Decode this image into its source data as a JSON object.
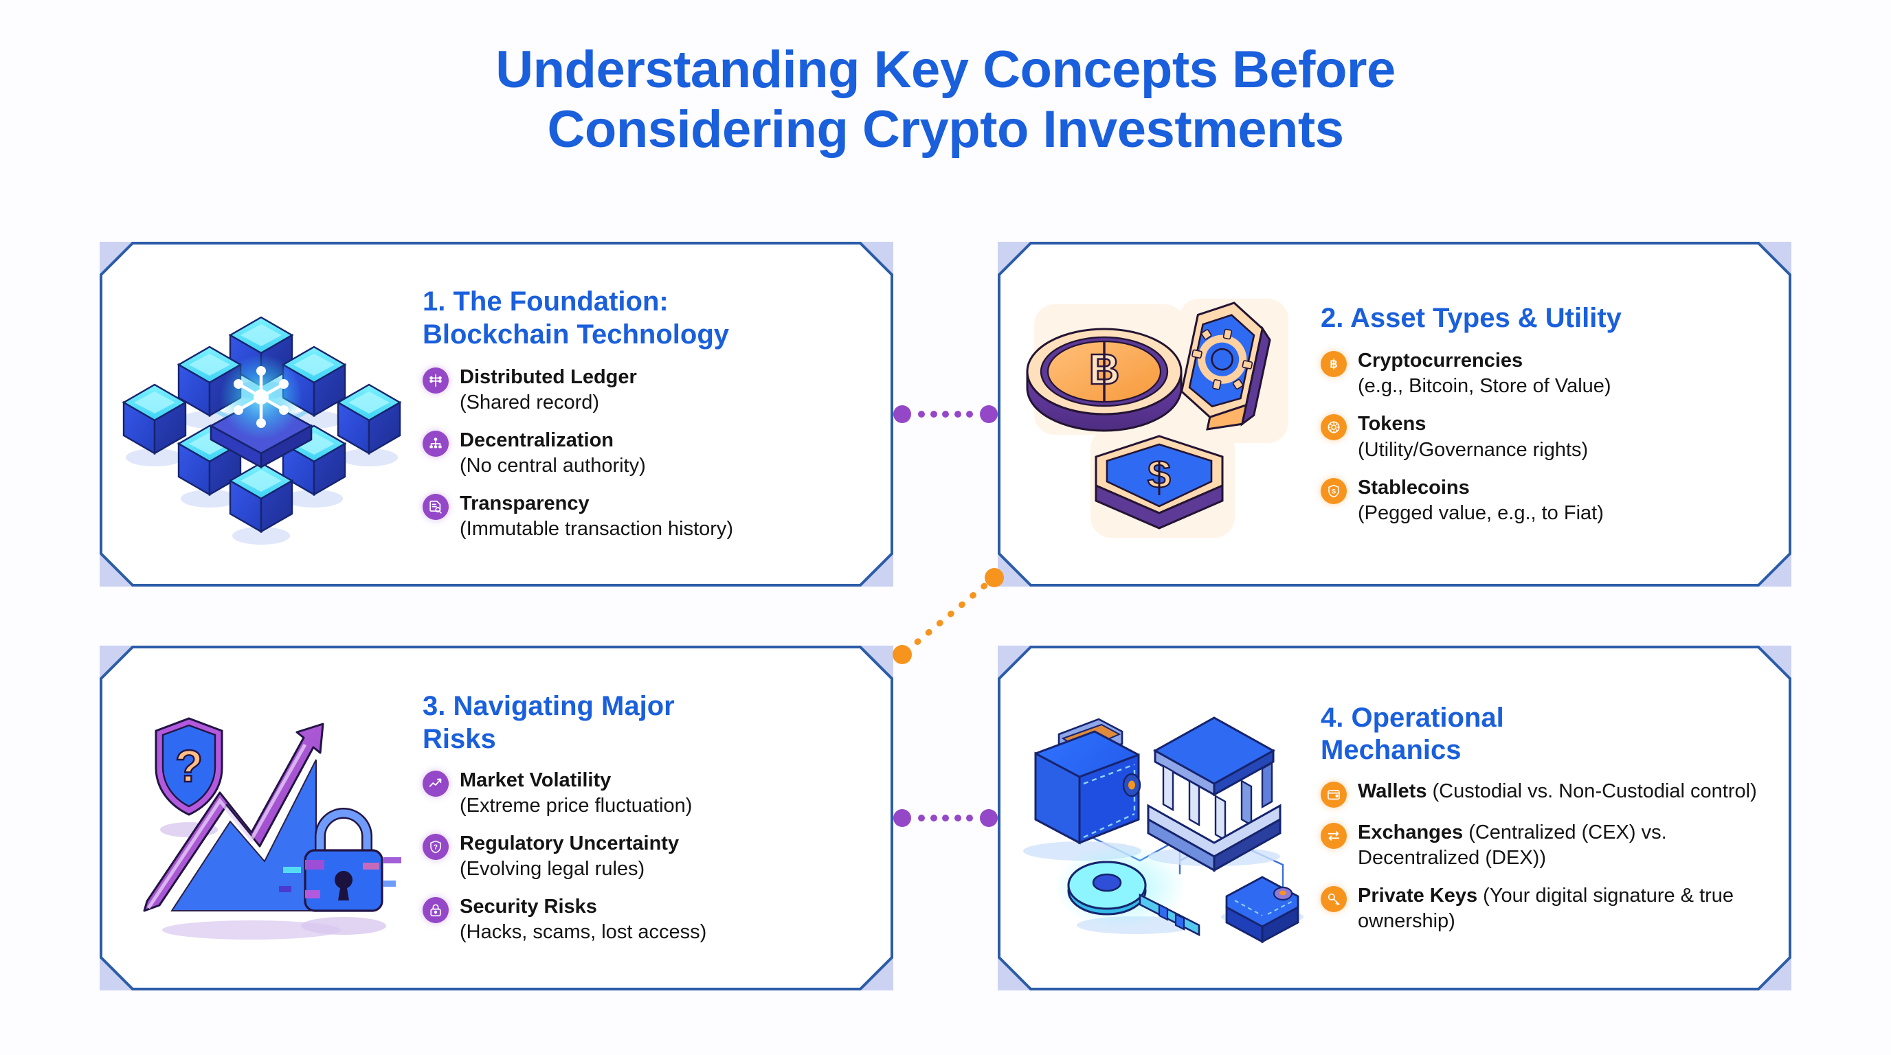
{
  "page": {
    "title_line1": "Understanding Key Concepts Before",
    "title_line2": "Considering Crypto Investments",
    "accent_blue": "#1a5fdb",
    "accent_purple": "#9448c8",
    "accent_orange": "#f7941e",
    "background": "#fdfcff"
  },
  "cards": [
    {
      "heading_line1": "1. The Foundation:",
      "heading_line2": "Blockchain Technology",
      "icon_color": "purple",
      "illustration": "isometric-blockchain-network",
      "layout": "stacked",
      "bullets": [
        {
          "term": "Distributed Ledger",
          "desc": "(Shared record)",
          "icon": "distributed-ledger-icon"
        },
        {
          "term": "Decentralization",
          "desc": "(No central authority)",
          "icon": "hierarchy-network-icon"
        },
        {
          "term": "Transparency",
          "desc": "(Immutable transaction history)",
          "icon": "document-search-icon"
        }
      ]
    },
    {
      "heading_line1": "2. Asset Types & Utility",
      "heading_line2": "",
      "icon_color": "orange",
      "illustration": "crypto-coins-tokens",
      "layout": "stacked",
      "bullets": [
        {
          "term": "Cryptocurrencies",
          "desc": "(e.g., Bitcoin, Store of Value)",
          "icon": "bitcoin-icon"
        },
        {
          "term": "Tokens",
          "desc": "(Utility/Governance rights)",
          "icon": "token-gear-icon"
        },
        {
          "term": "Stablecoins",
          "desc": "(Pegged value, e.g., to Fiat)",
          "icon": "dollar-shield-icon"
        }
      ]
    },
    {
      "heading_line1": "3. Navigating Major",
      "heading_line2": "Risks",
      "icon_color": "purple",
      "illustration": "volatility-chart-shield-lock",
      "layout": "stacked",
      "bullets": [
        {
          "term": "Market Volatility",
          "desc": "(Extreme price fluctuation)",
          "icon": "trend-chart-icon"
        },
        {
          "term": "Regulatory Uncertainty",
          "desc": "(Evolving legal rules)",
          "icon": "question-shield-icon"
        },
        {
          "term": "Security Risks",
          "desc": "(Hacks, scams, lost access)",
          "icon": "padlock-icon"
        }
      ]
    },
    {
      "heading_line1": "4. Operational",
      "heading_line2": "Mechanics",
      "icon_color": "orange",
      "illustration": "wallet-bank-key",
      "layout": "inline",
      "bullets": [
        {
          "term": "Wallets",
          "desc": " (Custodial vs. Non-Custodial control)",
          "icon": "wallet-icon"
        },
        {
          "term": "Exchanges",
          "desc": " (Centralized (CEX) vs. Decentralized (DEX))",
          "icon": "exchange-arrows-icon"
        },
        {
          "term": "Private Keys",
          "desc": " (Your digital signature & true ownership)",
          "icon": "key-icon"
        }
      ]
    }
  ],
  "connectors": [
    {
      "name": "card1-to-card2",
      "style": "horizontal",
      "color": "purple"
    },
    {
      "name": "card2-to-card3",
      "style": "diagonal",
      "color": "orange"
    },
    {
      "name": "card3-to-card4",
      "style": "horizontal",
      "color": "purple"
    }
  ]
}
